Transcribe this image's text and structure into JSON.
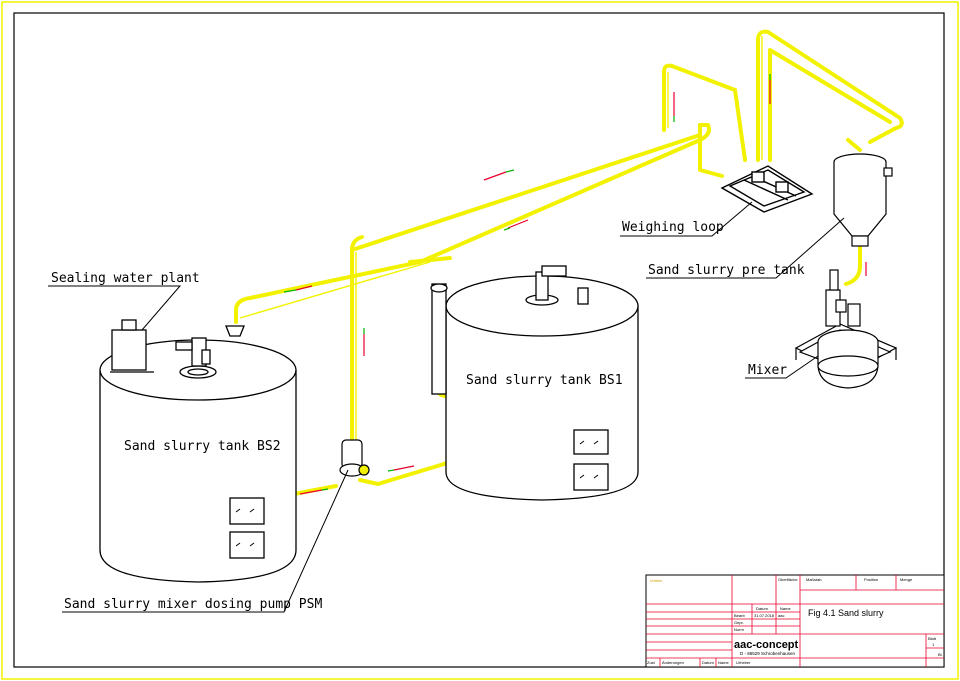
{
  "labels": {
    "sealing_water_plant": "Sealing water plant",
    "weighing_loop": "Weighing loop",
    "pre_tank": "Sand slurry pre tank",
    "mixer": "Mixer",
    "tank_bs1": "Sand slurry tank BS1",
    "tank_bs2": "Sand slurry tank BS2",
    "dosing_pump": "Sand slurry mixer dosing pump PSM"
  },
  "title_block": {
    "figure_title": "Fig 4.1 Sand slurry",
    "company": "aac-concept",
    "address": "D - 86529 Schrobenhausen",
    "oberflaeche": "Oberfläche",
    "massstab": "Maßstab",
    "position": "Position",
    "menge": "Menge",
    "datum": "Datum",
    "name": "Name",
    "bearb": "Bearb",
    "bearb_date": "31.07.2018",
    "bearb_name": "aac",
    "gepr": "Gepr.",
    "norm": "Norm",
    "zust": "Zust",
    "aenderungen": "Änderungen",
    "datum2": "Datum",
    "name2": "Name",
    "urheber": "Urheber",
    "blatt": "Blatt",
    "blatt_num": "1",
    "bl": "Bl."
  },
  "colors": {
    "pipe": "#f2f200",
    "flow_arrow_red": "#e8002a",
    "flow_arrow_green": "#00b400",
    "border_yellow": "#f2f200",
    "title_block_red": "#e8002a"
  }
}
